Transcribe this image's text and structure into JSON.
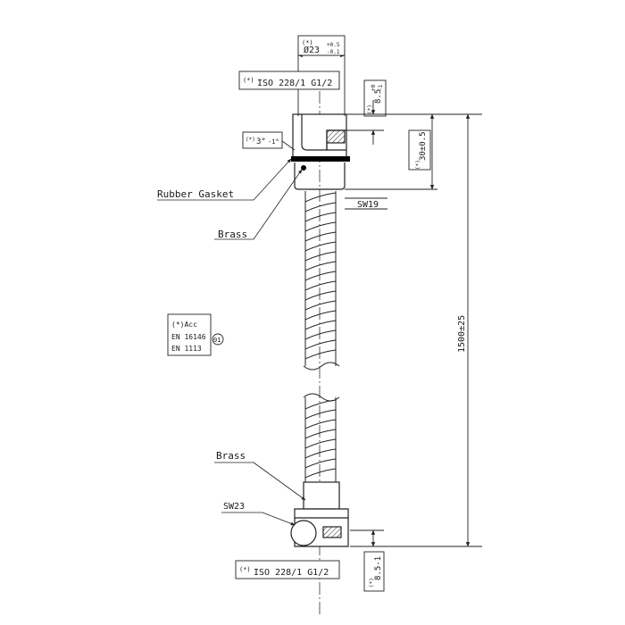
{
  "labels": {
    "marker": "(*)",
    "diameter": "Ø23",
    "diameter_tol_upper": "+0.5",
    "diameter_tol_lower": "-0.1",
    "thread_top": "ISO 228/1 G1/2",
    "thread_bottom": "ISO 228/1 G1/2",
    "top_depth": "8.5",
    "top_depth_tol": "-1",
    "top_depth_tol_upper": "+0",
    "angle": "3°",
    "angle_tol": "-1°",
    "nut_length": "30±0.5",
    "rubber_gasket": "Rubber Gasket",
    "brass_top": "Brass",
    "sw_top": "SW19",
    "brass_bottom": "Brass",
    "sw_bottom": "SW23",
    "total_length": "1500±25",
    "bottom_depth": "8.5-1",
    "acc": "(*)Acc",
    "std1": "EN 16146",
    "std2": "EN 1113",
    "circle_ref": "01"
  }
}
